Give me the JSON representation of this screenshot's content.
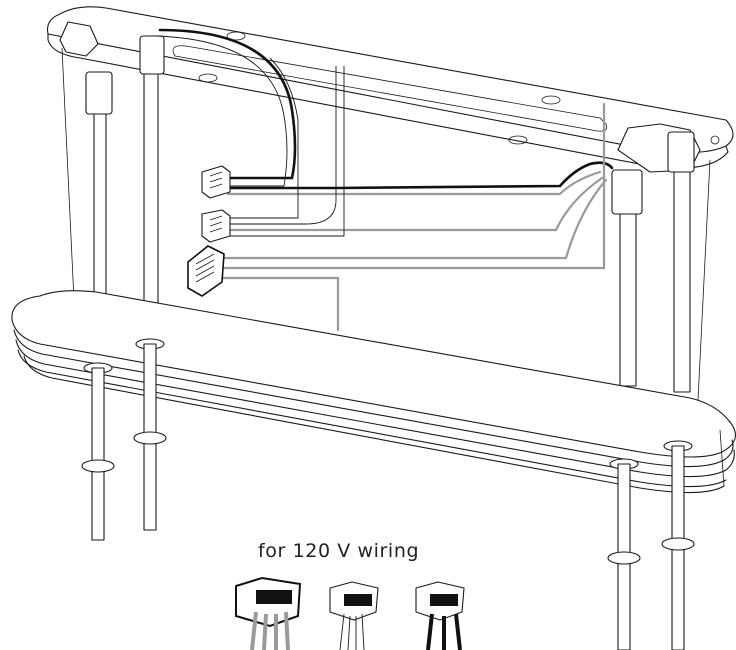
{
  "caption": "for 120 V wiring",
  "colors": {
    "line": "#1a1a1a",
    "wire_black": "#111111",
    "wire_grey": "#9a9a9a",
    "background": "#ffffff"
  },
  "legend_connectors": [
    {
      "name": "5-port connector",
      "wire": "grey"
    },
    {
      "name": "3-port connector",
      "wire": "white"
    },
    {
      "name": "3-port connector",
      "wire": "black"
    }
  ]
}
